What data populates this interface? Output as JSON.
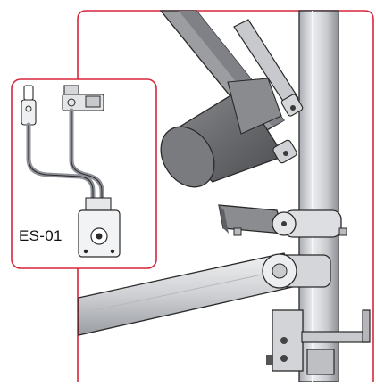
{
  "callout": {
    "label": "ES-01"
  },
  "colors": {
    "frame_red": "#d8253a",
    "steel_light": "#d9dadd",
    "steel_mid": "#a9acb2",
    "steel_dark": "#6e7178",
    "motor_dark": "#6a6b6e",
    "line": "#2a2a2a"
  },
  "icons": [
    "electrical-switch-assembly",
    "actuator-motor",
    "support-pole",
    "swing-arm",
    "clamp-bracket"
  ]
}
